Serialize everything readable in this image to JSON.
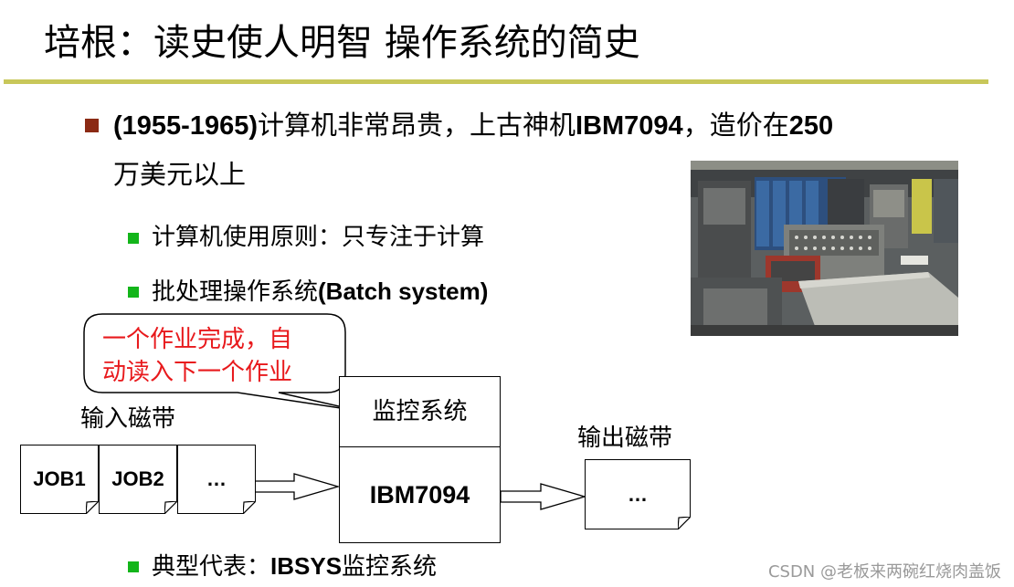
{
  "title": "培根：读史使人明智   操作系统的简史",
  "bullet1": {
    "bold_part": "(1955-1965)",
    "text_a": "计算机非常昂贵，上古神机",
    "bold_model": "IBM7094",
    "text_b": "，造价在",
    "bold_price": "250",
    "line2": "万美元以上"
  },
  "sub_bullets": {
    "rule": "计算机使用原则：只专注于计算",
    "batch_prefix": "批处理操作系统",
    "batch_en": "(Batch system)",
    "example_prefix": "典型代表：",
    "example_bold": "IBSYS",
    "example_suffix": "监控系统"
  },
  "callout": {
    "line1": "一个作业完成，自",
    "line2": "动读入下一个作业"
  },
  "diagram": {
    "input_label": "输入磁带",
    "output_label": "输出磁带",
    "jobs": [
      "JOB1",
      "JOB2",
      "…"
    ],
    "monitor_label": "监控系统",
    "machine_label": "IBM7094",
    "output_content": "…"
  },
  "photo": {
    "subject": "IBM7094 mainframe photograph"
  },
  "watermark": "CSDN @老板来两碗红烧肉盖饭",
  "colors": {
    "title_rule": "#c8c75a",
    "bullet_main": "#8b2a14",
    "bullet_sub": "#13b51a",
    "callout_text": "#e8191c"
  }
}
